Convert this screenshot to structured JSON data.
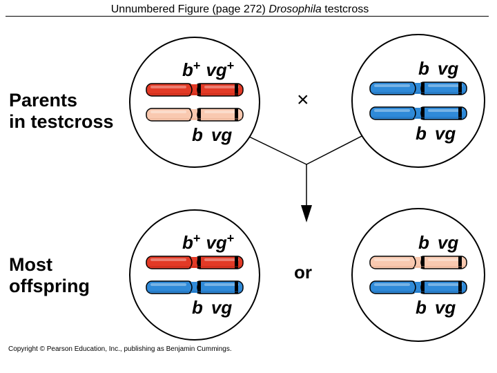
{
  "title": {
    "prefix": "Unnumbered Figure (page 272) ",
    "italic": "Drosophila",
    "suffix": " testcross"
  },
  "rows": {
    "parents": {
      "line1": "Parents",
      "line2": "in testcross"
    },
    "offspring": {
      "line1": "Most",
      "line2": "offspring"
    }
  },
  "cross_symbol": "×",
  "or_label": "or",
  "genes": {
    "b": "b",
    "vg": "vg",
    "plus": "+"
  },
  "colors": {
    "red": "#e23a26",
    "red_dark": "#b52215",
    "pink": "#f9c9b0",
    "pink_dark": "#e2a487",
    "blue": "#2f8ad8",
    "blue_dark": "#1c62a8",
    "band": "#000000"
  },
  "cells": [
    {
      "id": "parent-wildtype",
      "top_label": "b+ vg+",
      "bottom_label": "b vg",
      "chromosomes": [
        "red",
        "pink"
      ]
    },
    {
      "id": "parent-recessive",
      "top_label": "b vg",
      "bottom_label": "b vg",
      "chromosomes": [
        "blue",
        "blue"
      ]
    },
    {
      "id": "offspring-wildtype",
      "top_label": "b+ vg+",
      "bottom_label": "b vg",
      "chromosomes": [
        "red",
        "blue"
      ]
    },
    {
      "id": "offspring-recessive",
      "top_label": "b vg",
      "bottom_label": "b vg",
      "chromosomes": [
        "pink",
        "blue"
      ]
    }
  ],
  "copyright": "Copyright © Pearson Education, Inc., publishing as Benjamin Cummings."
}
